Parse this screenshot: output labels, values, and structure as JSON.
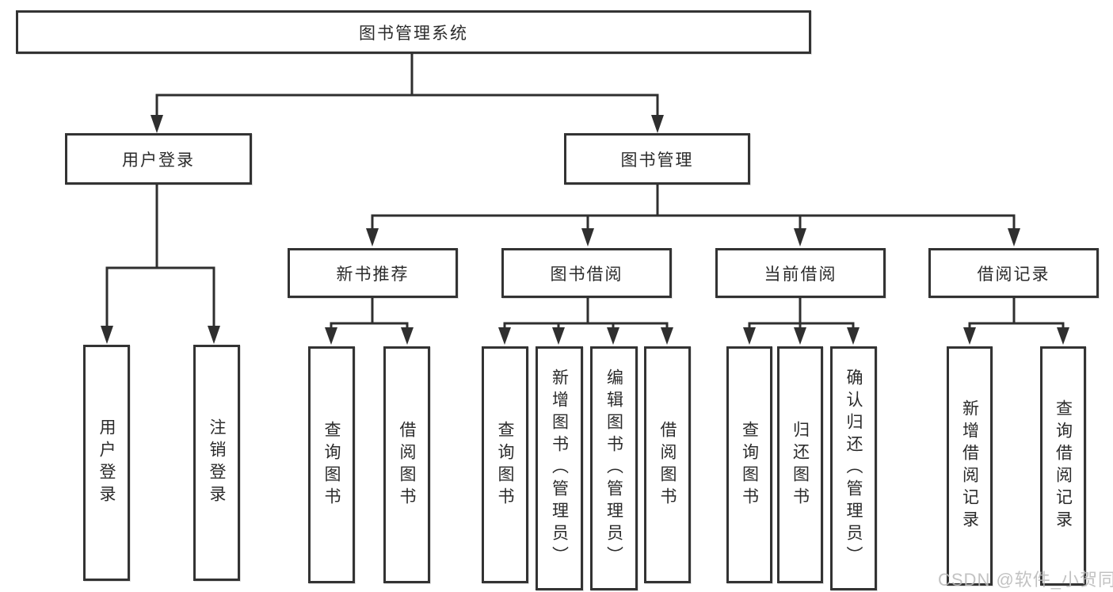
{
  "diagram": {
    "nodes": {
      "root": "图书管理系统",
      "user_login": "用户登录",
      "book_mgmt": "图书管理",
      "leaf_user_login": "用户登录",
      "leaf_logout": "注销登录",
      "new_book_rec": "新书推荐",
      "book_borrow": "图书借阅",
      "current_borrow": "当前借阅",
      "borrow_records": "借阅记录",
      "nbr_query_books": "查询图书",
      "nbr_borrow_books": "借阅图书",
      "bb_query_books": "查询图书",
      "bb_add_books_admin": "新增图书（管理员）",
      "bb_edit_books_admin": "编辑图书（管理员）",
      "bb_borrow_books": "借阅图书",
      "cb_query_books": "查询图书",
      "cb_return_books": "归还图书",
      "cb_confirm_return_admin": "确认归还（管理员）",
      "br_add_record": "新增借阅记录",
      "br_query_record": "查询借阅记录"
    },
    "watermark": "CSDN @软件_小贺同学",
    "colors": {
      "line": "#2f2f2f",
      "box_border": "#333333",
      "text": "#2b2b2b",
      "background": "#ffffff",
      "watermark": "#b9b9b9"
    }
  }
}
